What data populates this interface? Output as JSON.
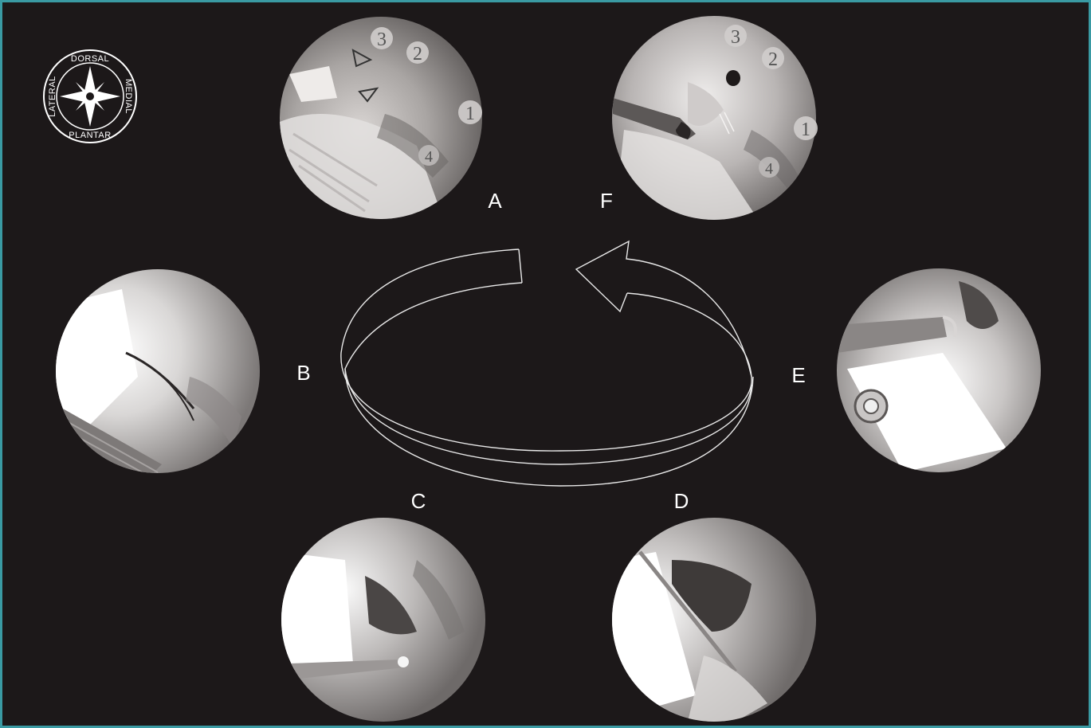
{
  "compass": {
    "top": "DORSAL",
    "bottom": "PLANTAR",
    "left": "LATERAL",
    "right": "MEDIAL"
  },
  "panels": {
    "A": {
      "label": "A",
      "markers": [
        "3",
        "2",
        "1",
        "4"
      ]
    },
    "B": {
      "label": "B"
    },
    "C": {
      "label": "C"
    },
    "D": {
      "label": "D"
    },
    "E": {
      "label": "E"
    },
    "F": {
      "label": "F",
      "markers": [
        "3",
        "2",
        "1",
        "4"
      ]
    }
  },
  "colors": {
    "background": "#1c1819",
    "border": "#3a9aa3",
    "arrow_stroke": "#e8e8e8"
  }
}
